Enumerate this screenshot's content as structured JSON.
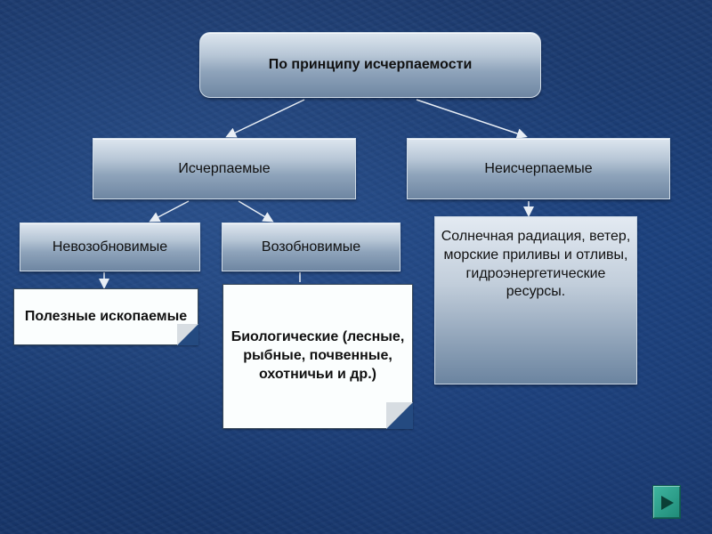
{
  "diagram": {
    "root": "По  принципу  исчерпаемости",
    "exhaustible": "Исчерпаемые",
    "inexhaustible": "Неисчерпаемые",
    "non_renewable": "Невозобновимые",
    "renewable": "Возобновимые",
    "minerals": "Полезные ископаемые",
    "biological": "Биологические (лесные, рыбные, почвенные, охотничьи и др.)",
    "inexhaustible_examples": "Солнечная радиация, ветер,  морские приливы и отливы, гидроэнергетические ресурсы."
  },
  "colors": {
    "background": "#1a3f7a",
    "connector": "#e8eef5",
    "nav_button": "#2a9d8a"
  },
  "icons": {
    "nav_next": "play-arrow-icon"
  }
}
